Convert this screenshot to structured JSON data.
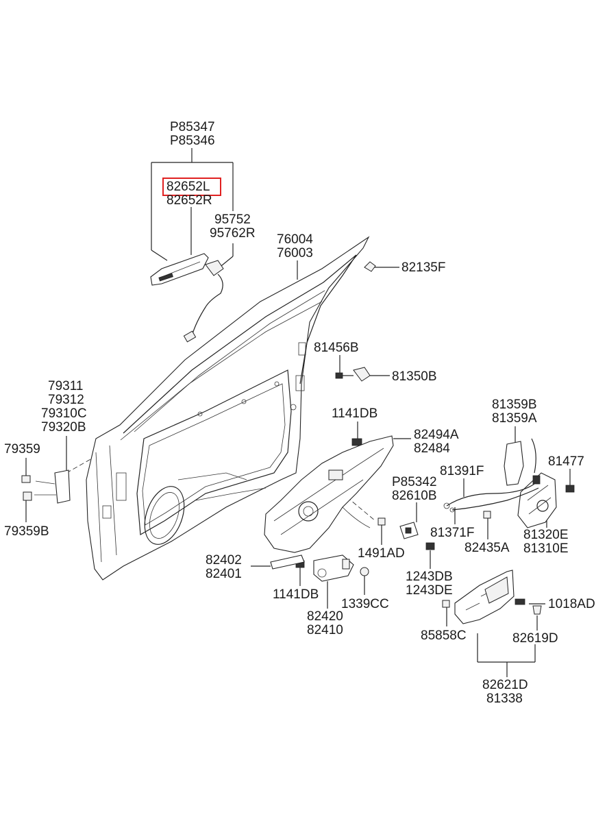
{
  "labels": {
    "p85347": "P85347",
    "p85346": "P85346",
    "l82652l": "82652L",
    "l82652r": "82652R",
    "l95752": "95752",
    "l95762r": "95762R",
    "l76004": "76004",
    "l76003": "76003",
    "l82135f": "82135F",
    "l81456b": "81456B",
    "l81350b": "81350B",
    "l79311": "79311",
    "l79312": "79312",
    "l79310c": "79310C",
    "l79320b": "79320B",
    "l79359": "79359",
    "l79359b": "79359B",
    "l1141db_top": "1141DB",
    "l82494a": "82494A",
    "l82484": "82484",
    "l81359b": "81359B",
    "l81359a": "81359A",
    "l81391f": "81391F",
    "l81477": "81477",
    "p85342": "P85342",
    "l82610b": "82610B",
    "l81371f": "81371F",
    "l82435a": "82435A",
    "l81320e": "81320E",
    "l81310e": "81310E",
    "l1491ad": "1491AD",
    "l82402": "82402",
    "l82401": "82401",
    "l1243db": "1243DB",
    "l1243de": "1243DE",
    "l1141db_bot": "1141DB",
    "l1339cc": "1339CC",
    "l82420": "82420",
    "l82410": "82410",
    "l1018ad": "1018AD",
    "l85858c": "85858C",
    "l82619d": "82619D",
    "l82621d": "82621D",
    "l81338": "81338"
  },
  "highlight": {
    "part": "82652L",
    "color": "#e02020"
  }
}
